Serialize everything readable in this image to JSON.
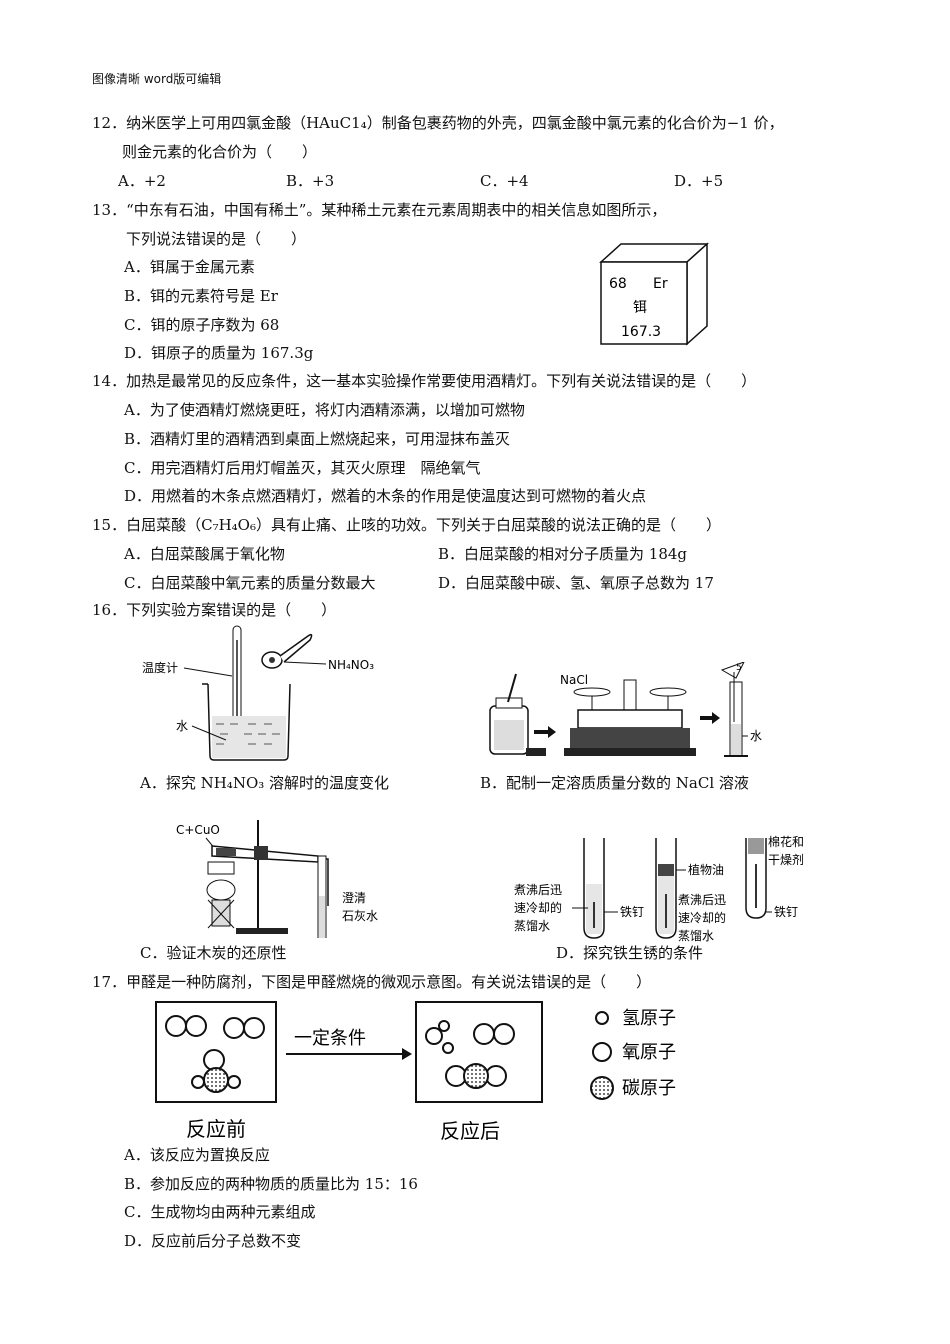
{
  "header": "图像清晰   word版可编辑",
  "q12": {
    "line1": "12．纳米医学上可用四氯金酸（HAuC1₄）制备包裹药物的外壳，四氯金酸中氯元素的化合价为−1 价，",
    "line2": "则金元素的化合价为（　　）",
    "opts": [
      "A．+2",
      "B．+3",
      "C．+4",
      "D．+5"
    ]
  },
  "q13": {
    "line1": "13．“中东有石油，中国有稀土”。某种稀土元素在元素周期表中的相关信息如图所示，",
    "line2": "下列说法错误的是（　　）",
    "opts": [
      "A．铒属于金属元素",
      "B．铒的元素符号是 Er",
      "C．铒的原子序数为 68",
      "D．铒原子的质量为 167.3g"
    ],
    "card": {
      "number": "68",
      "symbol": "Er",
      "name": "铒",
      "mass": "167.3"
    }
  },
  "q14": {
    "line1": "14．加热是最常见的反应条件，这一基本实验操作常要使用酒精灯。下列有关说法错误的是（　　）",
    "opts": [
      "A．为了使酒精灯燃烧更旺，将灯内酒精添满，以增加可燃物",
      "B．酒精灯里的酒精洒到桌面上燃烧起来，可用湿抹布盖灭",
      "C．用完酒精灯后用灯帽盖灭，其灭火原理　隔绝氧气",
      "D．用燃着的木条点燃酒精灯，燃着的木条的作用是使温度达到可燃物的着火点"
    ]
  },
  "q15": {
    "line1": "15．白屈菜酸（C₇H₄O₆）具有止痛、止咳的功效。下列关于白屈菜酸的说法正确的是（　　）",
    "opts": [
      "A．白屈菜酸属于氧化物",
      "B．白屈菜酸的相对分子质量为 184g",
      "C．白屈菜酸中氧元素的质量分数最大",
      "D．白屈菜酸中碳、氢、氧原子总数为 17"
    ]
  },
  "q16": {
    "line1": "16．下列实验方案错误的是（　　）",
    "captions": [
      "A．探究 NH₄NO₃ 溶解时的温度变化",
      "B．配制一定溶质质量分数的 NaCl 溶液",
      "C．验证木炭的还原性",
      "D．探究铁生锈的条件"
    ],
    "labelsA": {
      "thermo": "温度计",
      "salt": "NH₄NO₃",
      "water": "水"
    },
    "labelsB": {
      "salt": "NaCl",
      "water": "水"
    },
    "labelsC": {
      "reagent": "C+CuO",
      "lime1": "澄清",
      "lime2": "石灰水"
    },
    "labelsD": {
      "l1a": "煮沸后迅",
      "l1b": "速冷却的",
      "l1c": "蒸馏水",
      "nail1": "铁钉",
      "oil": "植物油",
      "l2a": "煮沸后迅",
      "l2b": "速冷却的",
      "l2c": "蒸馏水",
      "cotton1": "棉花和",
      "cotton2": "干燥剂",
      "nail2": "铁钉"
    }
  },
  "q17": {
    "line1": "17．甲醛是一种防腐剂，下图是甲醛燃烧的微观示意图。有关说法错误的是（　　）",
    "condition": "一定条件",
    "before": "反应前",
    "after": "反应后",
    "legend": [
      "氢原子",
      "氧原子",
      "碳原子"
    ],
    "opts": [
      "A．该反应为置换反应",
      "B．参加反应的两种物质的质量比为 15：16",
      "C．生成物均由两种元素组成",
      "D．反应前后分子总数不变"
    ]
  }
}
